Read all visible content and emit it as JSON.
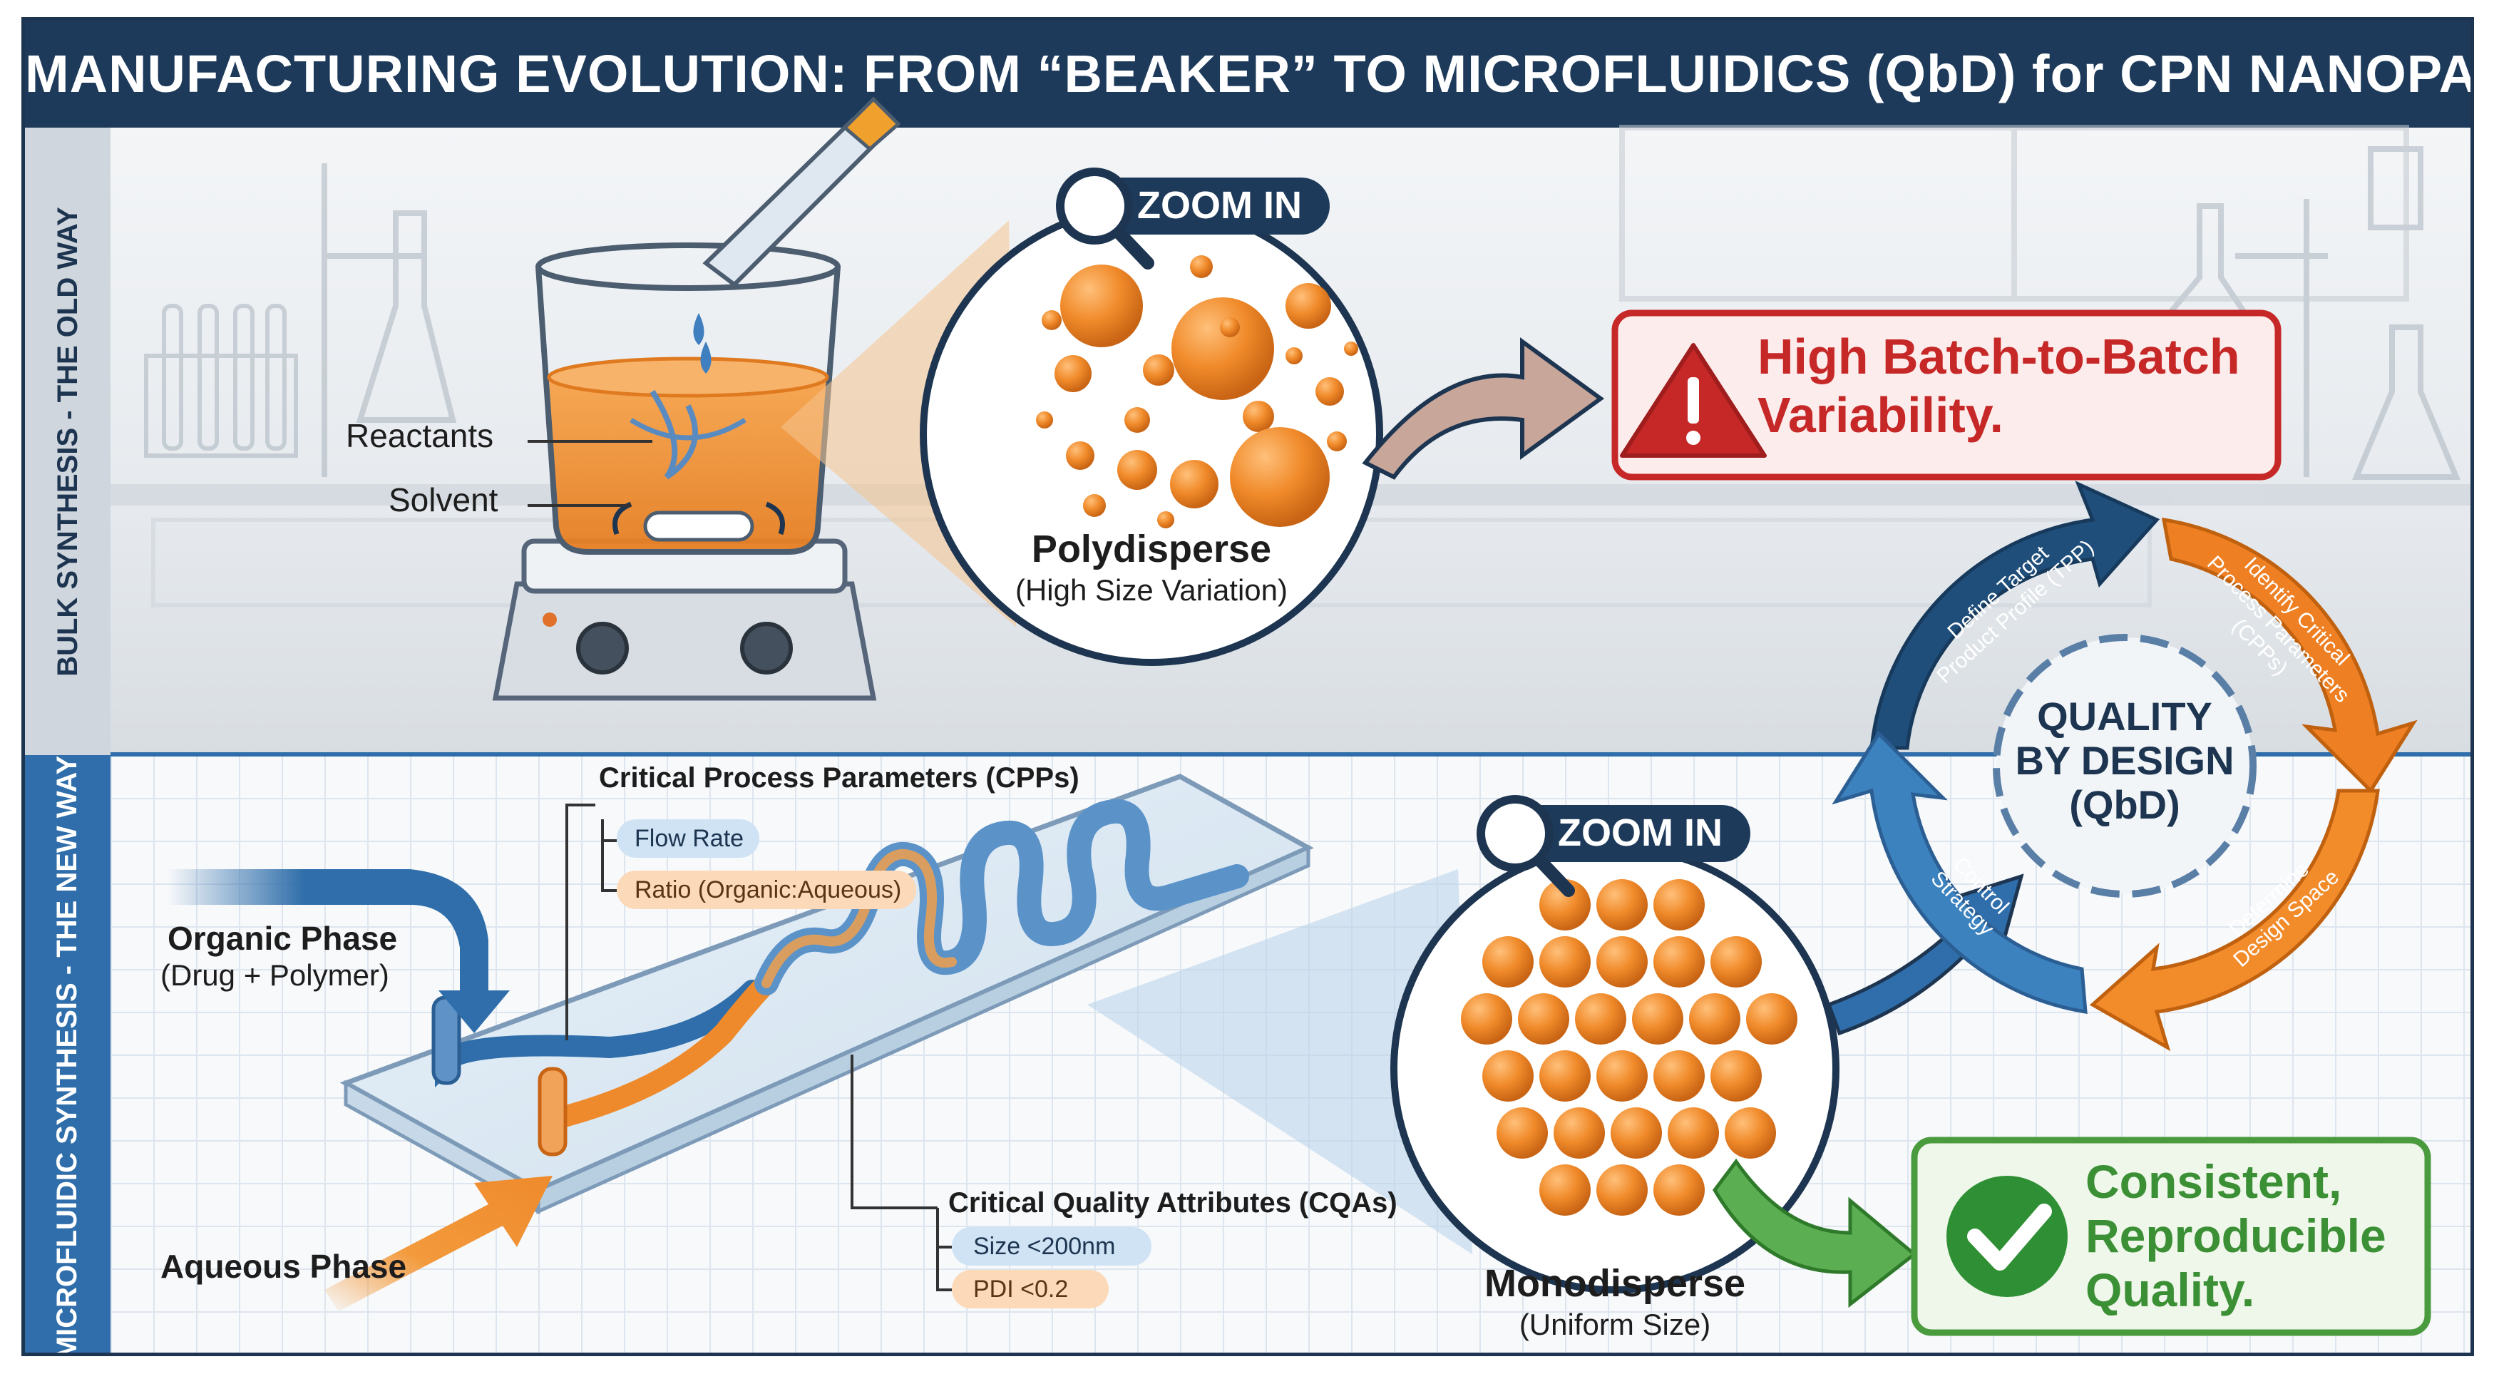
{
  "title": "MANUFACTURING EVOLUTION: FROM “BEAKER” TO MICROFLUIDICS (QbD) for CPN NANOPARTICLES",
  "top_section": {
    "side_label": "BULK SYNTHESIS - THE OLD WAY",
    "reactants_label": "Reactants",
    "solvent_label": "Solvent",
    "zoom_label": "ZOOM IN",
    "particles_title": "Polydisperse",
    "particles_subtitle": "(High Size Variation)",
    "warning_text_line1": "High Batch-to-Batch",
    "warning_text_line2": "Variability."
  },
  "bottom_section": {
    "side_label": "MICROFLUIDIC SYNTHESIS - THE NEW WAY",
    "organic_title": "Organic Phase",
    "organic_subtitle": "(Drug + Polymer)",
    "aqueous_title": "Aqueous Phase",
    "cpp_heading": "Critical Process Parameters (CPPs)",
    "cpp_items": [
      "Flow Rate",
      "Ratio (Organic:Aqueous)"
    ],
    "cqa_heading": "Critical Quality Attributes (CQAs)",
    "cqa_items": [
      "Size <200nm",
      "PDI <0.2"
    ],
    "zoom_label": "ZOOM IN",
    "particles_title": "Monodisperse",
    "particles_subtitle": "(Uniform Size)",
    "success_line1": "Consistent,",
    "success_line2": "Reproducible",
    "success_line3": "Quality."
  },
  "qbd_cycle": {
    "center_line1": "QUALITY",
    "center_line2": "BY DESIGN",
    "center_line3": "(QbD)",
    "steps": [
      {
        "line1": "Define Target",
        "line2": "Product Profile (TPP)",
        "line3": ""
      },
      {
        "line1": "Identify Critical",
        "line2": "Process Parameters",
        "line3": "(CPPs)"
      },
      {
        "line1": "Determine",
        "line2": "Design Space",
        "line3": ""
      },
      {
        "line1": "Control",
        "line2": "Strategy",
        "line3": ""
      }
    ]
  },
  "colors": {
    "navy": "#1d3a5a",
    "orange": "#ee8a2c",
    "blue": "#2f6eaa",
    "warning_red": "#c62828",
    "success_green": "#3f9a3c"
  },
  "icons": [
    "magnifier-icon",
    "warning-triangle-icon",
    "checkmark-icon",
    "pipette-icon",
    "hotplate-icon",
    "stir-bar-icon"
  ]
}
